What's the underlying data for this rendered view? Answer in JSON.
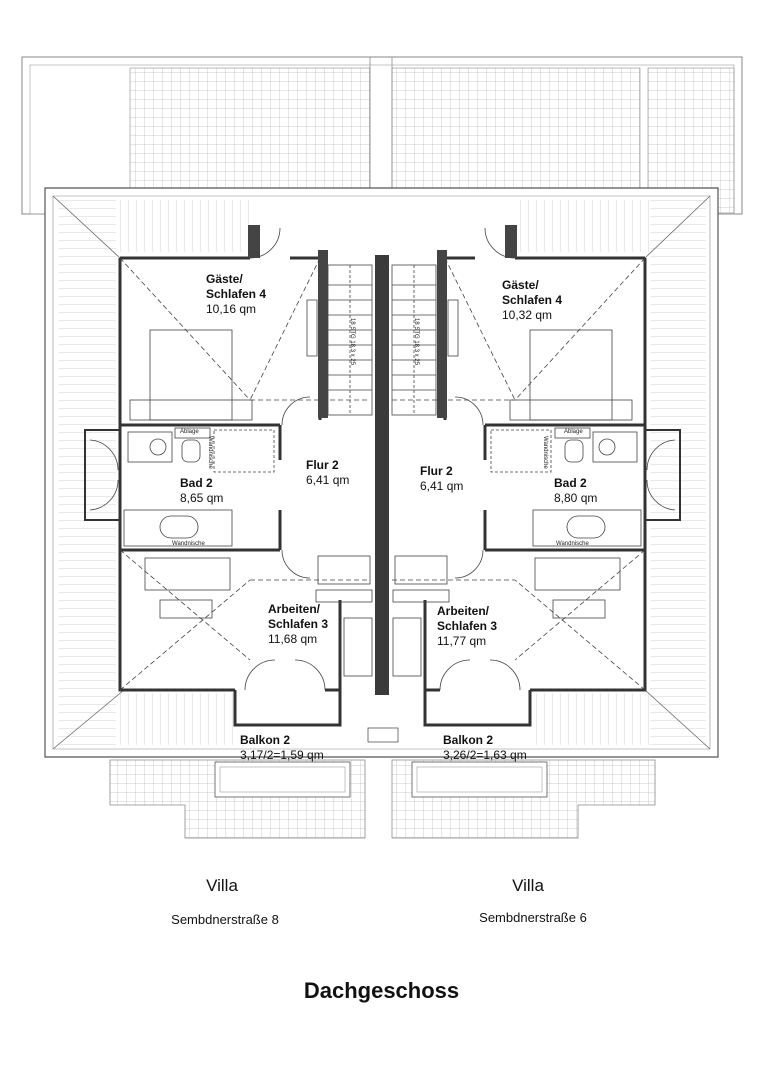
{
  "plan": {
    "title": "Dachgeschoss",
    "left_unit": {
      "villa": "Villa",
      "street": "Sembdnerstraße 8",
      "gaeste_line1": "Gäste/",
      "gaeste_line2": "Schlafen 4",
      "gaeste_area": "10,16 qm",
      "flur_name": "Flur 2",
      "flur_area": "6,41 qm",
      "bad_name": "Bad 2",
      "bad_area": "8,65 qm",
      "arbeiten_line1": "Arbeiten/",
      "arbeiten_line2": "Schlafen 3",
      "arbeiten_area": "11,68 qm",
      "balkon_name": "Balkon 2",
      "balkon_area": "3,17/2=1,59 qm",
      "ablage": "Ablage",
      "wandnische": "Wandnische",
      "wandnische2": "Wandnische",
      "stair_text": "18 STG 18,3 x 25"
    },
    "right_unit": {
      "villa": "Villa",
      "street": "Sembdnerstraße 6",
      "gaeste_line1": "Gäste/",
      "gaeste_line2": "Schlafen 4",
      "gaeste_area": "10,32 qm",
      "flur_name": "Flur 2",
      "flur_area": "6,41 qm",
      "bad_name": "Bad 2",
      "bad_area": "8,80 qm",
      "arbeiten_line1": "Arbeiten/",
      "arbeiten_line2": "Schlafen 3",
      "arbeiten_area": "11,77 qm",
      "balkon_name": "Balkon 2",
      "balkon_area": "3,26/2=1,63 qm",
      "ablage": "Ablage",
      "wandnische": "Wandnische",
      "wandnische2": "Wandnische",
      "stair_text": "18 STG 18,3 x 25"
    }
  }
}
